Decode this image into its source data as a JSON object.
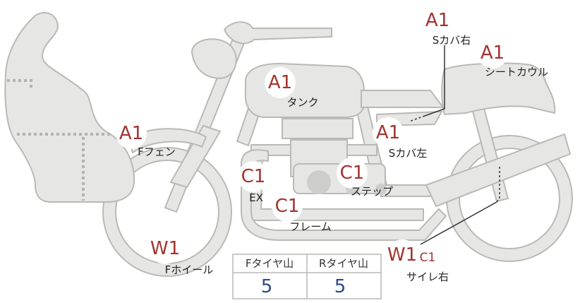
{
  "parts": [
    {
      "id": "s-cover-right",
      "grade": "A1",
      "label": "Sカバ右"
    },
    {
      "id": "seat-cowl",
      "grade": "A1",
      "label": "シートカウル"
    },
    {
      "id": "tank",
      "grade": "A1",
      "label": "タンク"
    },
    {
      "id": "front-fender",
      "grade": "A1",
      "label": "Fフェン"
    },
    {
      "id": "s-cover-left",
      "grade": "A1",
      "label": "Sカバ左"
    },
    {
      "id": "exhaust",
      "grade": "C1",
      "label": "EX"
    },
    {
      "id": "step",
      "grade": "C1",
      "label": "ステップ"
    },
    {
      "id": "frame",
      "grade": "C1",
      "label": "フレーム"
    },
    {
      "id": "front-wheel",
      "grade": "W1",
      "label": "Fホイール"
    },
    {
      "id": "silencer-right",
      "grade": "W1",
      "grade_extra": "C1",
      "label": "サイレ右"
    }
  ],
  "tire_table": {
    "headers": [
      "Fタイヤ山",
      "Rタイヤ山"
    ],
    "values": [
      "5",
      "5"
    ]
  },
  "colors": {
    "grade": "#a3342f",
    "value": "#2b4a8a",
    "body_fill": "#e6e7e4",
    "body_stroke": "#b9bab6"
  }
}
